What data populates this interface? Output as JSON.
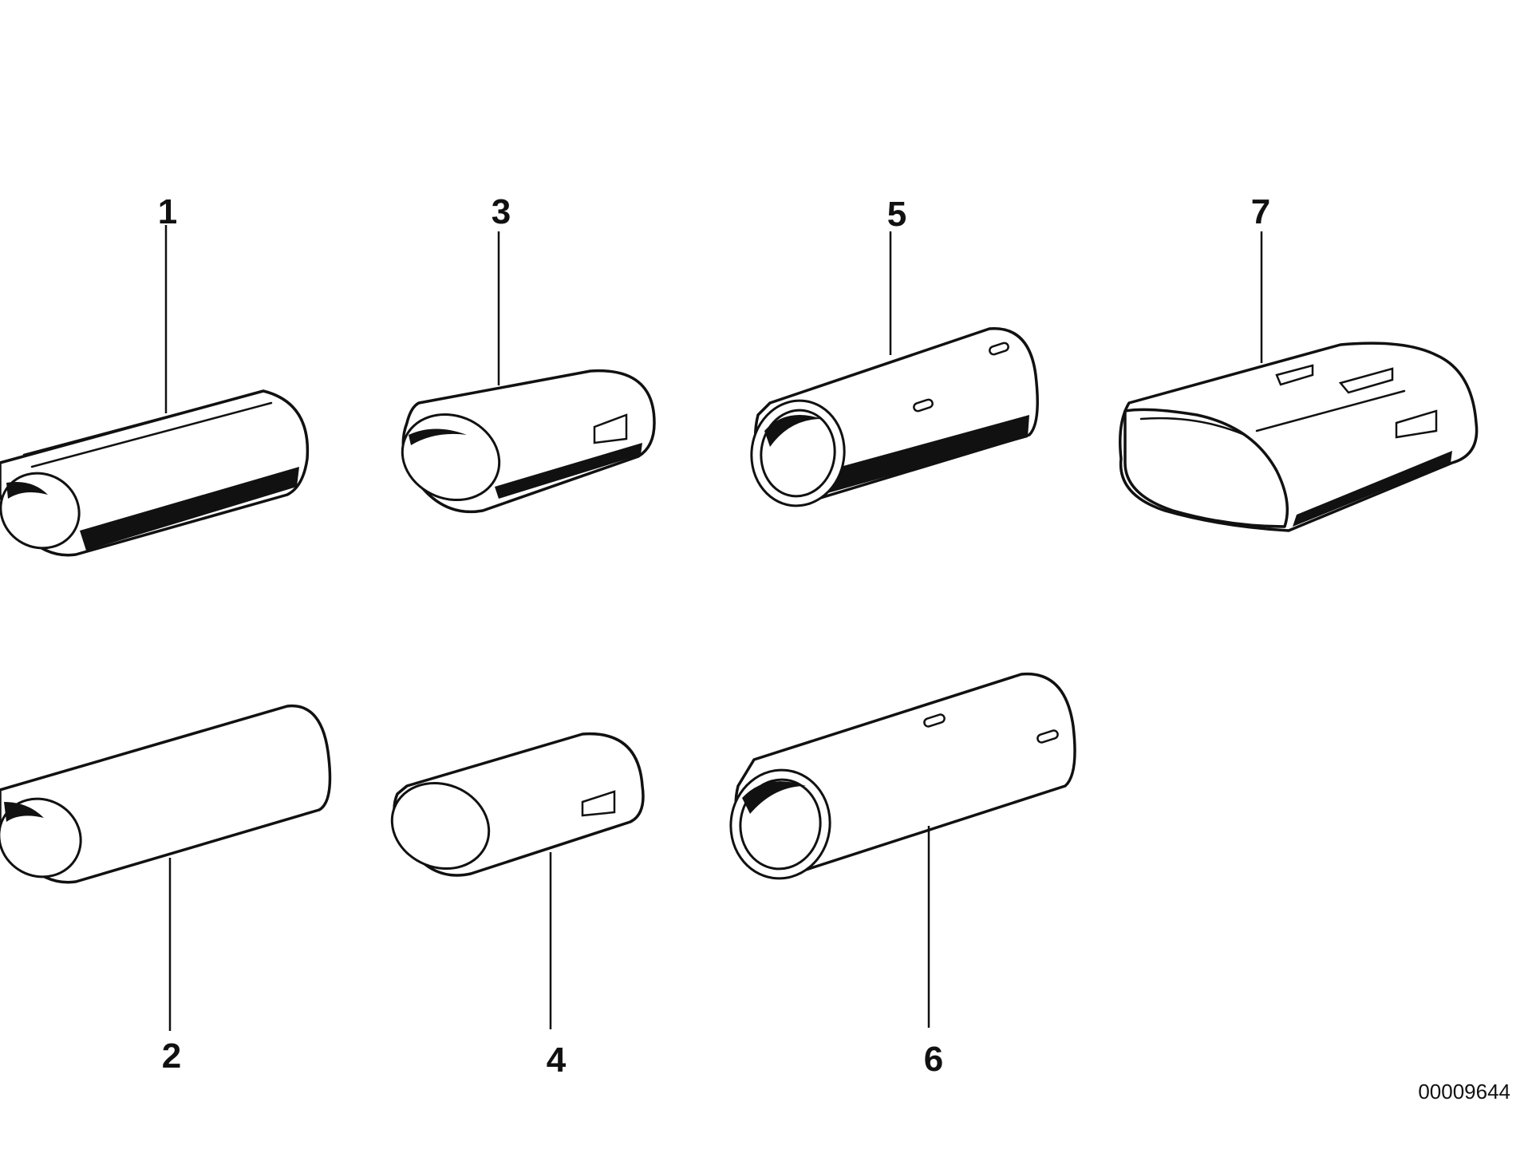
{
  "diagram": {
    "callouts": [
      "1",
      "2",
      "3",
      "4",
      "5",
      "6",
      "7"
    ],
    "drawing_number": "00009644",
    "colors": {
      "line": "#111111",
      "background": "#ffffff"
    }
  }
}
